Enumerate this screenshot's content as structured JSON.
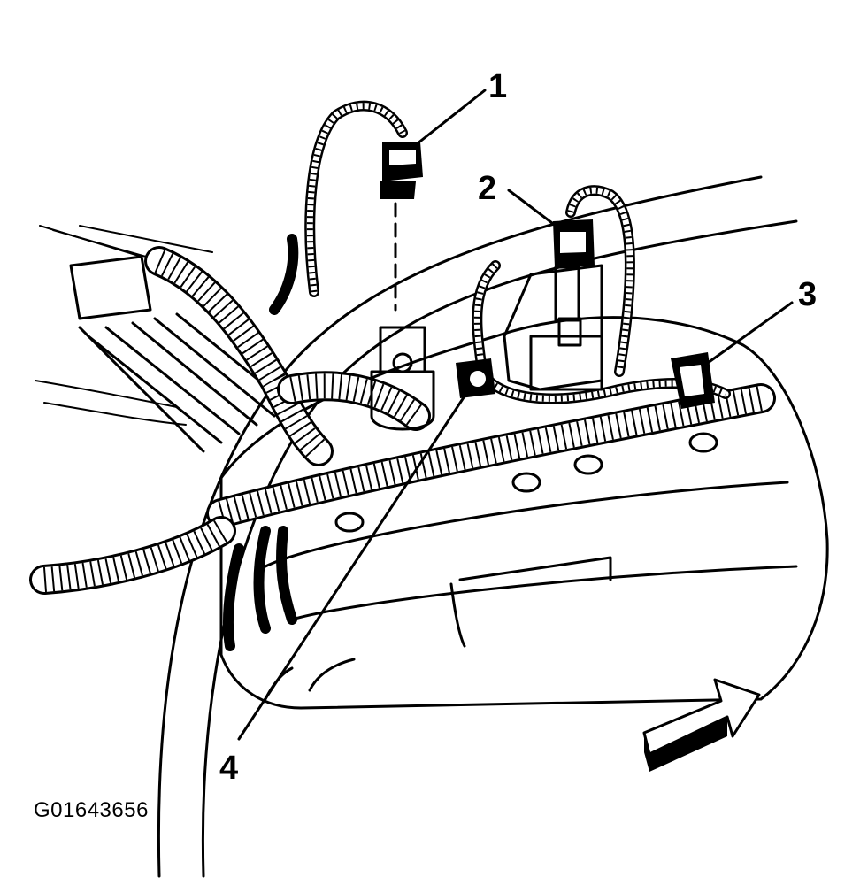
{
  "figure_id": "G01643656",
  "callouts": [
    {
      "label": "1"
    },
    {
      "label": "2"
    },
    {
      "label": "3"
    },
    {
      "label": "4"
    }
  ],
  "icons": {
    "direction_arrow": "front-direction-arrow-icon"
  }
}
